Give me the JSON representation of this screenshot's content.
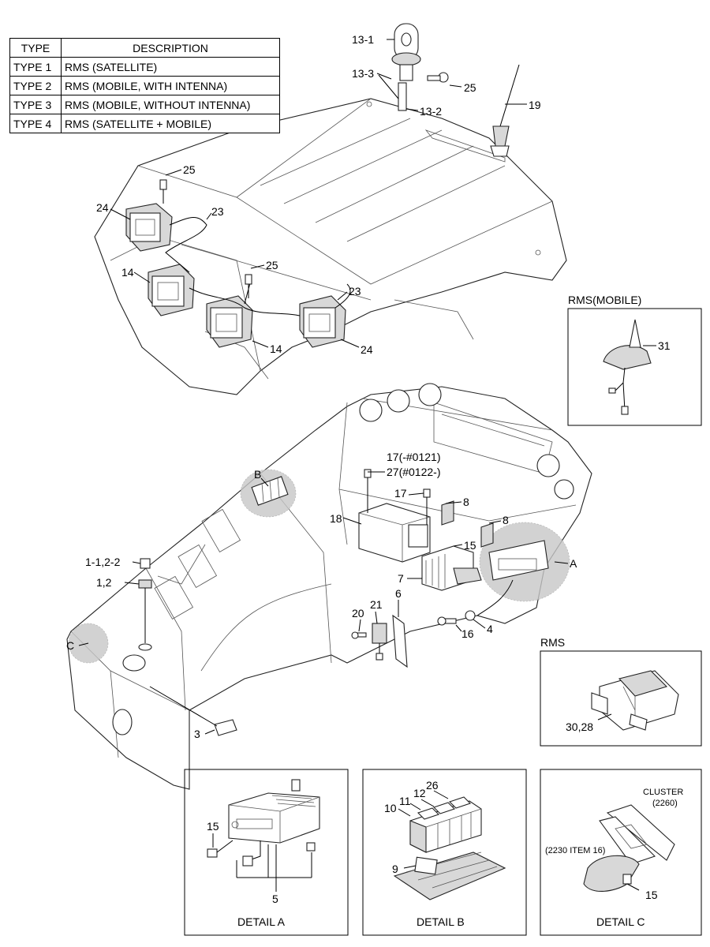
{
  "type_table": {
    "header": {
      "type": "TYPE",
      "description": "DESCRIPTION"
    },
    "rows": [
      {
        "type": "TYPE 1",
        "description": "RMS (SATELLITE)"
      },
      {
        "type": "TYPE 2",
        "description": "RMS (MOBILE, WITH INTENNA)"
      },
      {
        "type": "TYPE 3",
        "description": "RMS (MOBILE, WITHOUT INTENNA)"
      },
      {
        "type": "TYPE 4",
        "description": "RMS (SATELLITE + MOBILE)"
      }
    ]
  },
  "roof_callouts": {
    "c13_1": "13-1",
    "c13_3": "13-3",
    "c13_2": "13-2",
    "c25_top": "25",
    "c19": "19",
    "c25_a": "25",
    "c24_a": "24",
    "c23_a": "23",
    "c14_a": "14",
    "c25_b": "25",
    "c23_b": "23",
    "c14_b": "14",
    "c24_b": "24"
  },
  "cab_callouts": {
    "c17_27_a": "17(-#0121)",
    "c17_27_b": "27(#0122-)",
    "cB": "B",
    "c17": "17",
    "c8_a": "8",
    "c18": "18",
    "c8_b": "8",
    "c15": "15",
    "cA": "A",
    "c7": "7",
    "c1_1": "1-1,2-2",
    "c1_2": "1,2",
    "c6": "6",
    "c21": "21",
    "c20": "20",
    "c16": "16",
    "c4": "4",
    "cC": "C",
    "c3": "3"
  },
  "rms_mobile": {
    "title": "RMS(MOBILE)",
    "c31": "31"
  },
  "rms": {
    "title": "RMS",
    "c30_28": "30,28"
  },
  "detail_a": {
    "caption": "DETAIL A",
    "c15": "15",
    "c5": "5"
  },
  "detail_b": {
    "caption": "DETAIL B",
    "c26": "26",
    "c12": "12",
    "c11": "11",
    "c10": "10",
    "c9": "9"
  },
  "detail_c": {
    "caption": "DETAIL C",
    "cluster": "CLUSTER",
    "cluster_no": "(2260)",
    "item": "(2230 ITEM 16)",
    "c15": "15"
  }
}
